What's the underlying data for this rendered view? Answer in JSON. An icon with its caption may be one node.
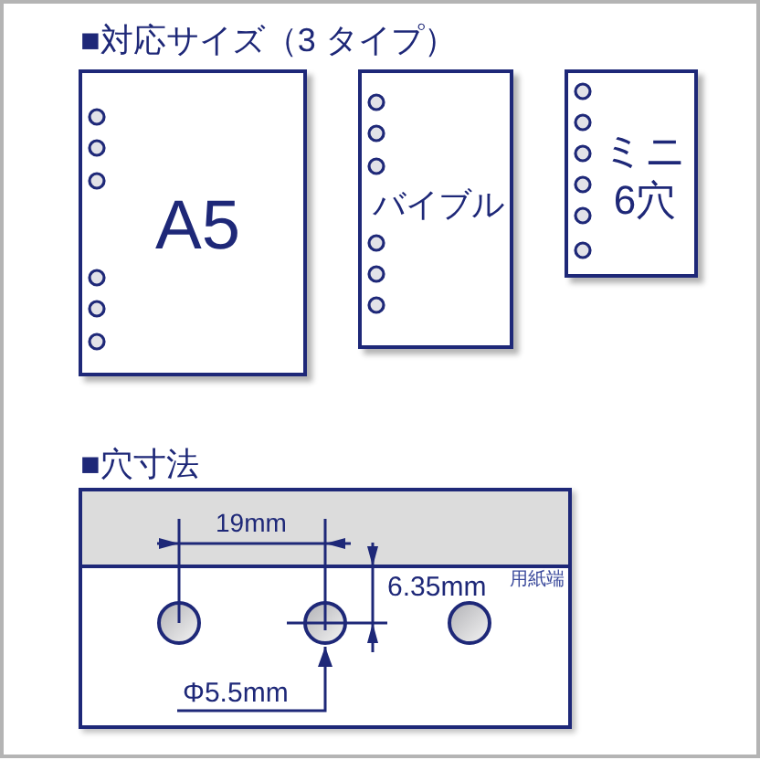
{
  "diagram": {
    "nodes": [
      {
        "text": [
          "A5"
        ]
      },
      {
        "text": [
          "バイブル"
        ]
      },
      {
        "text": [
          "ミニ6穴"
        ]
      },
      {
        "text": [],
        "shape": "circle"
      },
      {
        "text": [],
        "shape": "circle"
      },
      {
        "text": [],
        "shape": "circle"
      },
      {
        "text": [
          "Φ5.5mm"
        ]
      }
    ],
    "edges": [
      {
        "from": 6,
        "to": 4,
        "arrow": "to"
      }
    ],
    "labels": [
      "■対応サイズ（3 タイプ）",
      "■穴寸法",
      "19mm",
      "6.35mm",
      "用紙端"
    ]
  }
}
